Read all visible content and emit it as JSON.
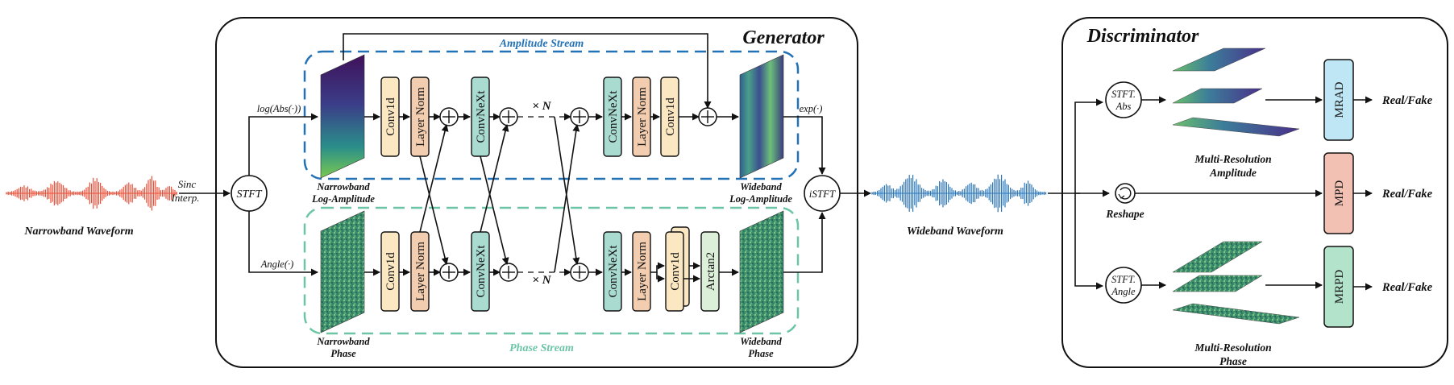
{
  "colors": {
    "wave_narrow": "#e8503a",
    "wave_wide": "#2d77b8",
    "amp_stream": "#2272b5",
    "phase_stream": "#6cc6a6",
    "conv1d": "#fbe7c2",
    "layernorm": "#f3cdb0",
    "convnext": "#a9dbd0",
    "arctan": "#dcefd8",
    "mrad": "#bfe6f5",
    "mpd": "#f3c1b4",
    "mrpd": "#b4e3cc",
    "spec_amp": "#3d2e7c",
    "spec_phase": "#2f8a6b"
  },
  "inputs": {
    "narrowband_waveform": "Narrowband Waveform",
    "sinc_interp": [
      "Sinc",
      "Interp."
    ],
    "stft": "STFT"
  },
  "generator": {
    "title": "Generator",
    "amp_stream_label": "Amplitude Stream",
    "phase_stream_label": "Phase Stream",
    "log_abs": "log(Abs(·))",
    "angle": "Angle(·)",
    "exp": "exp(·)",
    "istft": "iSTFT",
    "times_n": "× N",
    "narrowband_log_amp": [
      "Narrowband",
      "Log-Amplitude"
    ],
    "narrowband_phase": [
      "Narrowband",
      "Phase"
    ],
    "wideband_log_amp": [
      "Wideband",
      "Log-Amplitude"
    ],
    "wideband_phase": [
      "Wideband",
      "Phase"
    ],
    "blocks": {
      "conv1d": "Conv1d",
      "layer_norm": "Layer Norm",
      "convnext": "ConvNeXt",
      "arctan2": "Arctan2"
    }
  },
  "outputs": {
    "wideband_waveform": "Wideband Waveform"
  },
  "discriminator": {
    "title": "Discriminator",
    "stft_abs": [
      "STFT.",
      "Abs"
    ],
    "stft_angle": [
      "STFT.",
      "Angle"
    ],
    "reshape": "Reshape",
    "multi_res_amp": [
      "Multi-Resolution",
      "Amplitude"
    ],
    "multi_res_phase": [
      "Multi-Resolution",
      "Phase"
    ],
    "mrad": "MRAD",
    "mpd": "MPD",
    "mrpd": "MRPD",
    "real_fake": "Real/Fake"
  }
}
